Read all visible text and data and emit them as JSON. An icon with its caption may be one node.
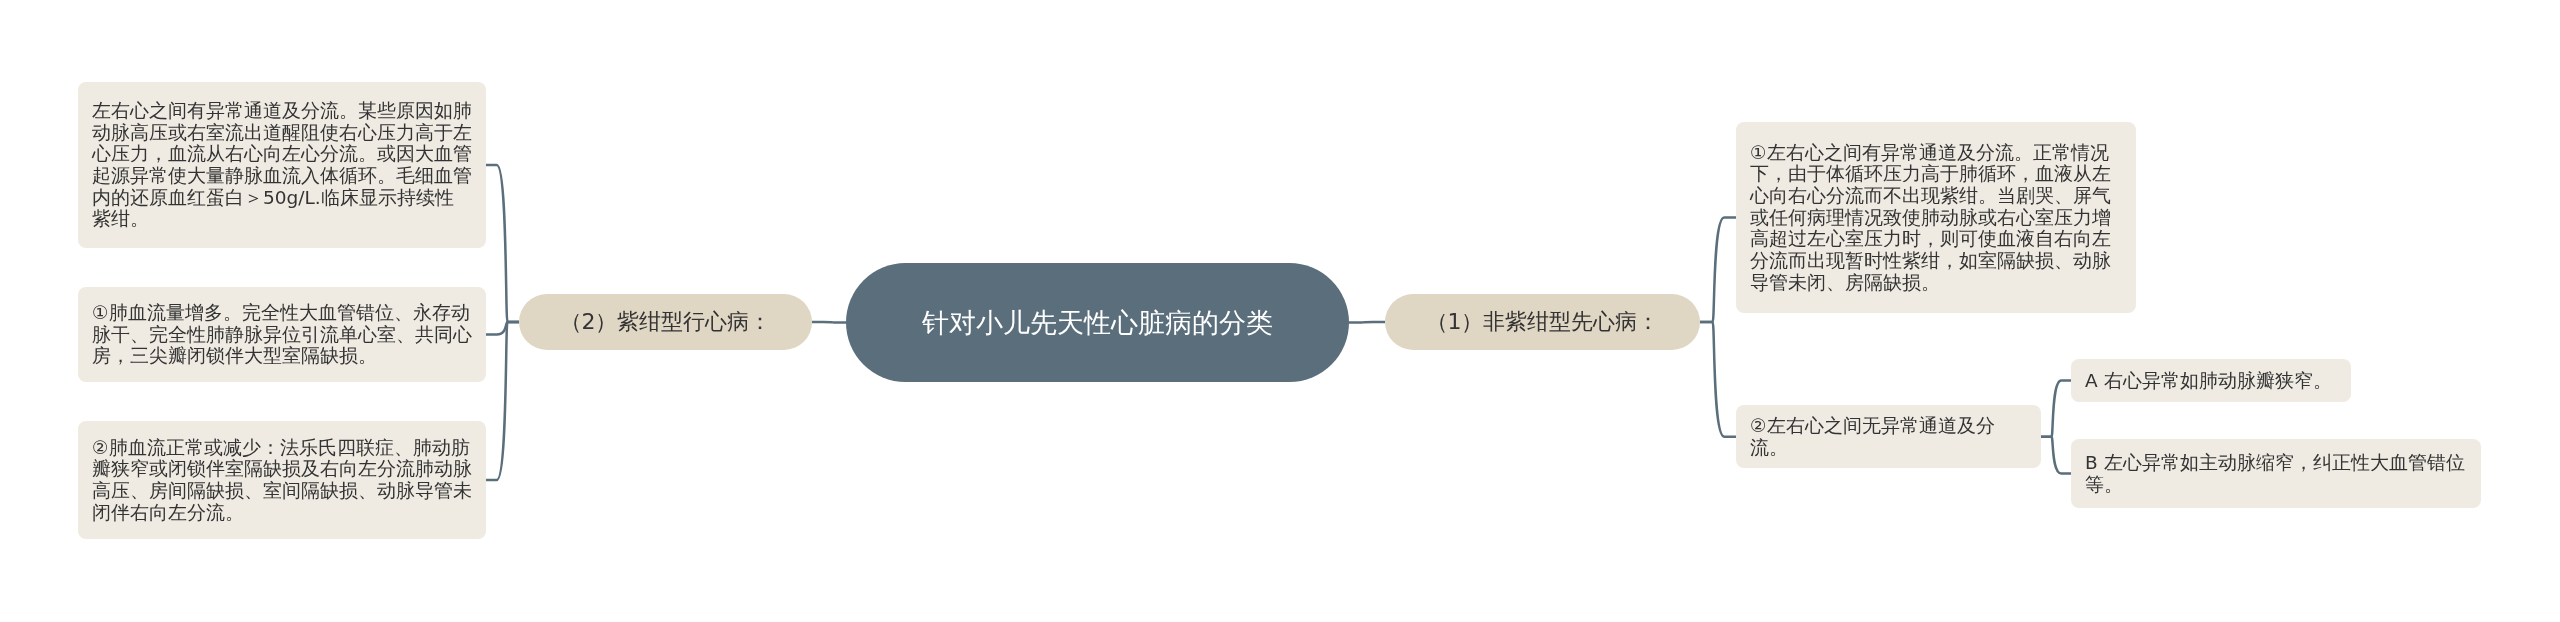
{
  "diagram": {
    "nodes": [
      {
        "text": [
          "针对小儿先天性心脏病的分类"
        ]
      },
      {
        "text": [
          "（1）非紫绀型先心病："
        ]
      },
      {
        "text": [
          "①左右心之间有异常通道及分流。正常情况下，由于体循环压力高于肺循环，血液从左心向右心分流而不出现紫绀。当剧哭、屏气或任何病理情况致使肺动脉或右心室压力增高超过左心室压力时，则可使血液自右向左分流而出现暂时性紫绀，如室隔缺损、动脉导管未闭、房隔缺损。"
        ]
      },
      {
        "text": [
          "②左右心之间无异常通道及分流。"
        ]
      },
      {
        "text": [
          "A 右心异常如肺动脉瓣狭窄。"
        ]
      },
      {
        "text": [
          "B 左心异常如主动脉缩窄，纠正性大血管错位等。"
        ]
      },
      {
        "text": [
          "（2）紫绀型行心病："
        ]
      },
      {
        "text": [
          "左右心之间有异常通道及分流。某些原因如肺动脉高压或右室流出道醒阻使右心压力高于左心压力，血流从右心向左心分流。或因大血管起源异常使大量静脉血流入体循环。毛细血管内的还原血红蛋白＞50g/L.临床显示持续性紫绀。"
        ]
      },
      {
        "text": [
          "①肺血流量增多。完全性大血管错位、永存动脉干、完全性肺静脉异位引流单心室、共同心房，三尖瓣闭锁伴大型室隔缺损。"
        ]
      },
      {
        "text": [
          "②肺血流正常或减少：法乐氏四联症、肺动肪瓣狭窄或闭锁伴室隔缺损及右向左分流肺动脉高压、房间隔缺损、室间隔缺损、动脉导管未闭伴右向左分流。"
        ]
      }
    ],
    "edges": [
      {
        "from": 0,
        "to": 1,
        "arrow": "none"
      },
      {
        "from": 1,
        "to": 2,
        "arrow": "none"
      },
      {
        "from": 1,
        "to": 3,
        "arrow": "none"
      },
      {
        "from": 3,
        "to": 4,
        "arrow": "none"
      },
      {
        "from": 3,
        "to": 5,
        "arrow": "none"
      },
      {
        "from": 0,
        "to": 6,
        "arrow": "none"
      },
      {
        "from": 6,
        "to": 7,
        "arrow": "none"
      },
      {
        "from": 6,
        "to": 8,
        "arrow": "none"
      },
      {
        "from": 6,
        "to": 9,
        "arrow": "none"
      }
    ]
  }
}
